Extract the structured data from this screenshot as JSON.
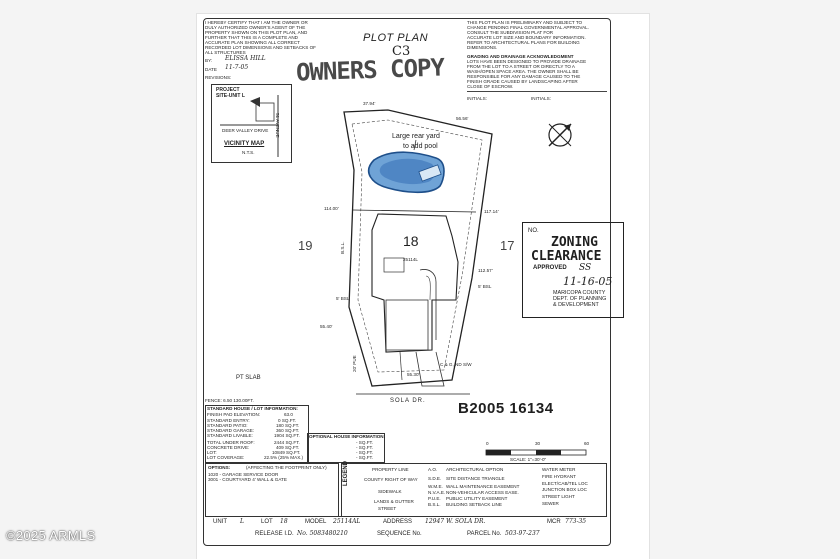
{
  "header": {
    "certification": [
      "I HEREBY CERTIFY THAT I AM THE OWNER OR",
      "DULY AUTHORIZED OWNER'S AGENT OF THE",
      "PROPERTY SHOWN ON THIS PLOT PLAN, AND",
      "FURTHER THAT THIS IS A COMPLETE AND",
      "ACCURATE PLAN SHOWING ALL CORRECT",
      "RECORDED LOT DIMENSIONS AND SETBACKS OF",
      "ALL STRUCTURES"
    ],
    "by": "BY:",
    "by_value": "ELISSA HILL",
    "date_label": "DATE",
    "date_value": "11-7-05",
    "revisions": "REVISIONS:",
    "title": "PLOT PLAN",
    "stamp": "OWNERS COPY",
    "stamp_sub": "C3",
    "notice": [
      "THIS PLOT PLAN IS PRELIMINARY AND SUBJECT TO",
      "CHANGE PENDING FINAL GOVERNMENTAL APPROVAL.",
      "CONSULT THE SUBDIVISION PLAT FOR",
      "ACCURATE LOT SIZE AND BOUNDARY INFORMATION.",
      "REFER TO ARCHITECTURAL PLANS FOR BUILDING",
      "DIMENSIONS."
    ],
    "drainage": [
      "GRADING AND DRAINAGE ACKNOWLEDGMENT",
      "LOTS HAVE BEEN DESIGNED TO PROVIDE DRAINAGE",
      "FROM THE LOT TO A STREET OR DIRECTLY TO A",
      "WASH/OPEN SPACE AREA. THE OWNER SHALL BE",
      "RESPONSIBLE FOR ANY DAMAGE CAUSED TO THE",
      "FINISH GRADE CAUSED BY LANDSCAPING AFTER",
      "CLOSE OF ESCROW."
    ],
    "initials_a": "INITIALS:",
    "initials_b": "INITIALS:"
  },
  "vicinity": {
    "project": "PROJECT",
    "site": "SITE-UNIT L",
    "street": "DEER VALLEY DRIVE",
    "map": "VICINITY MAP",
    "nts": "N.T.S.",
    "side_road": "51 AVENUE"
  },
  "plan": {
    "note": "Large rear yard",
    "note2": "to add pool",
    "lot": "18",
    "left_lot": "19",
    "right_lot": "17",
    "dims": [
      "37.94'",
      "56.56'",
      "114.00'",
      "117.14'",
      "112.57'",
      "55.40'",
      "55.30'",
      "5' BSL",
      "5' BSL",
      "20' PUE",
      "B.S.L."
    ],
    "model": "25114L",
    "street": "SOLA DR.",
    "slab": "PT SLAB",
    "cg": "C & G, ND S/W"
  },
  "zoning": {
    "no": "NO.",
    "line1": "ZONING",
    "line2": "CLEARANCE",
    "approved": "APPROVED",
    "approved_by": "SS",
    "date": "11-16-05",
    "agency": [
      "MARICOPA COUNTY",
      "DEPT. OF PLANNING",
      "& DEVELOPMENT"
    ]
  },
  "permit": "B2005 16134",
  "scale": {
    "ticks": [
      "0",
      "30",
      "60"
    ],
    "label": "SCALE: 1\"=30'-0\""
  },
  "table": {
    "fence": "FENCE: 6.50 130.00FT.",
    "title": "STANDARD HOUSE / LOT INFORMATION:",
    "rows": [
      [
        "FINISH PAD ELEVATION:",
        "63.0"
      ],
      [
        "STANDARD ENTRY:",
        "0 SQ.FT."
      ],
      [
        "STANDARD PATIO:",
        "180 SQ.FT."
      ],
      [
        "STANDARD GARAGE:",
        "360 SQ.FT."
      ],
      [
        "STANDARD LIVABLE:",
        "1904 SQ.FT."
      ],
      [
        "TOTAL UNDER ROOF:",
        "2444 SQ.FT."
      ],
      [
        "CONCRETE DRIVE:",
        "409 SQ.FT."
      ],
      [
        "LOT:",
        "10849 SQ.FT."
      ],
      [
        "LOT COVERAGE:",
        "22.5% (25% MAX.)"
      ]
    ],
    "optional_title": "OPTIONAL HOUSE INFORMATION:",
    "optional_rows": [
      "- SQ.FT.",
      "- SQ.FT.",
      "- SQ.FT.",
      "- SQ.FT."
    ]
  },
  "options": {
    "header": "OPTIONS:",
    "affect": "(AFFECTING THE FOOTPRINT ONLY)",
    "items": [
      "1020 - GARAGE SERVICE DOOR",
      "3001 - COURTYARD 4' WALL & GATE"
    ]
  },
  "legend": {
    "title": "LEGEND",
    "section": [
      "PROPERTY LINE",
      "COUNTY RIGHT OF WAY",
      "SIDEWALK",
      "LANDS & GUTTER",
      "STREET"
    ],
    "abbr": [
      "ARCHITECTURAL OPTION",
      "SITE DISTANCE TRIANGLE",
      "WALL MAINTENANCE EASEMENT",
      "NON-VEHICULAR ACCESS EASE.",
      "PUBLIC UTILITY EASEMENT",
      "BUILDING SETBACK LINE"
    ],
    "abbr_codes": [
      "A.O.",
      "S.D.E.",
      "W.M.E.",
      "N.V.A.E.",
      "P.U.E.",
      "B.S.L."
    ],
    "symbols": [
      "WATER METER",
      "FIRE HYDRANT",
      "ELECT/CAB/TEL LOC",
      "JUNCTION BOX LOC",
      "STREET LIGHT",
      "SEWER"
    ]
  },
  "footer": {
    "unit_label": "UNIT",
    "unit": "L",
    "lot_label": "LOT",
    "lot": "18",
    "model_label": "MODEL",
    "model": "25114AL",
    "address_label": "ADDRESS",
    "address": "12947 W. SOLA DR.",
    "mcr_label": "MCR",
    "mcr": "773-35",
    "release_label": "RELEASE I.D.",
    "release": "No. 5083480210",
    "sequence_label": "SEQUENCE No.",
    "sequence": "",
    "parcel_label": "PARCEL No.",
    "parcel": "503-97-237"
  },
  "watermark": "©2025 ARMLS"
}
